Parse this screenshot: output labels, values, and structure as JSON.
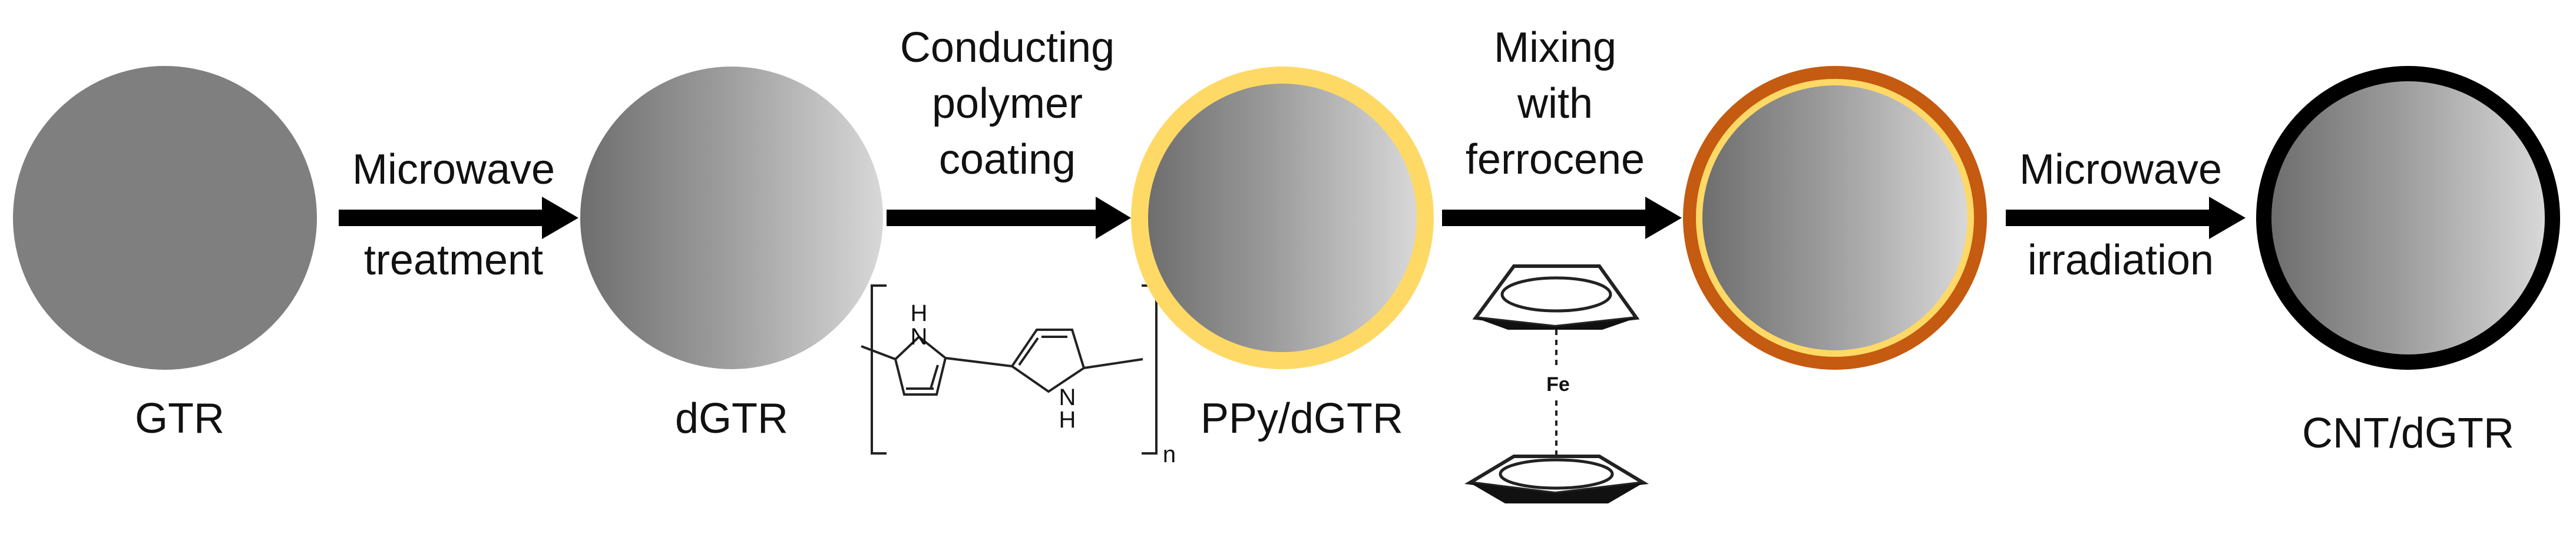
{
  "stages": [
    {
      "label": "GTR"
    },
    {
      "label": "dGTR"
    },
    {
      "label": "PPy/dGTR"
    },
    {
      "label": ""
    },
    {
      "label": "CNT/dGTR"
    }
  ],
  "steps": [
    {
      "line1": "Microwave",
      "line2": "treatment",
      "line3": ""
    },
    {
      "line1": "Conducting",
      "line2": "polymer",
      "line3": "coating"
    },
    {
      "line1": "Mixing",
      "line2": "with",
      "line3": "ferrocene"
    },
    {
      "line1": "Microwave",
      "line2": "irradiation",
      "line3": ""
    }
  ],
  "polymer": {
    "nh1": "N",
    "h1": "H",
    "nh2": "N",
    "h2": "H",
    "subscript": "n"
  },
  "ferrocene": {
    "metal": "Fe"
  },
  "colors": {
    "solid_sphere": "#7f7f7f",
    "gradient_dark": "#6e6e6e",
    "gradient_light": "#d8d8d8",
    "ppy_shell": "#ffd966",
    "ferrocene_shell": "#c55a11",
    "cnt_shell": "#000000",
    "arrow": "#000000"
  }
}
